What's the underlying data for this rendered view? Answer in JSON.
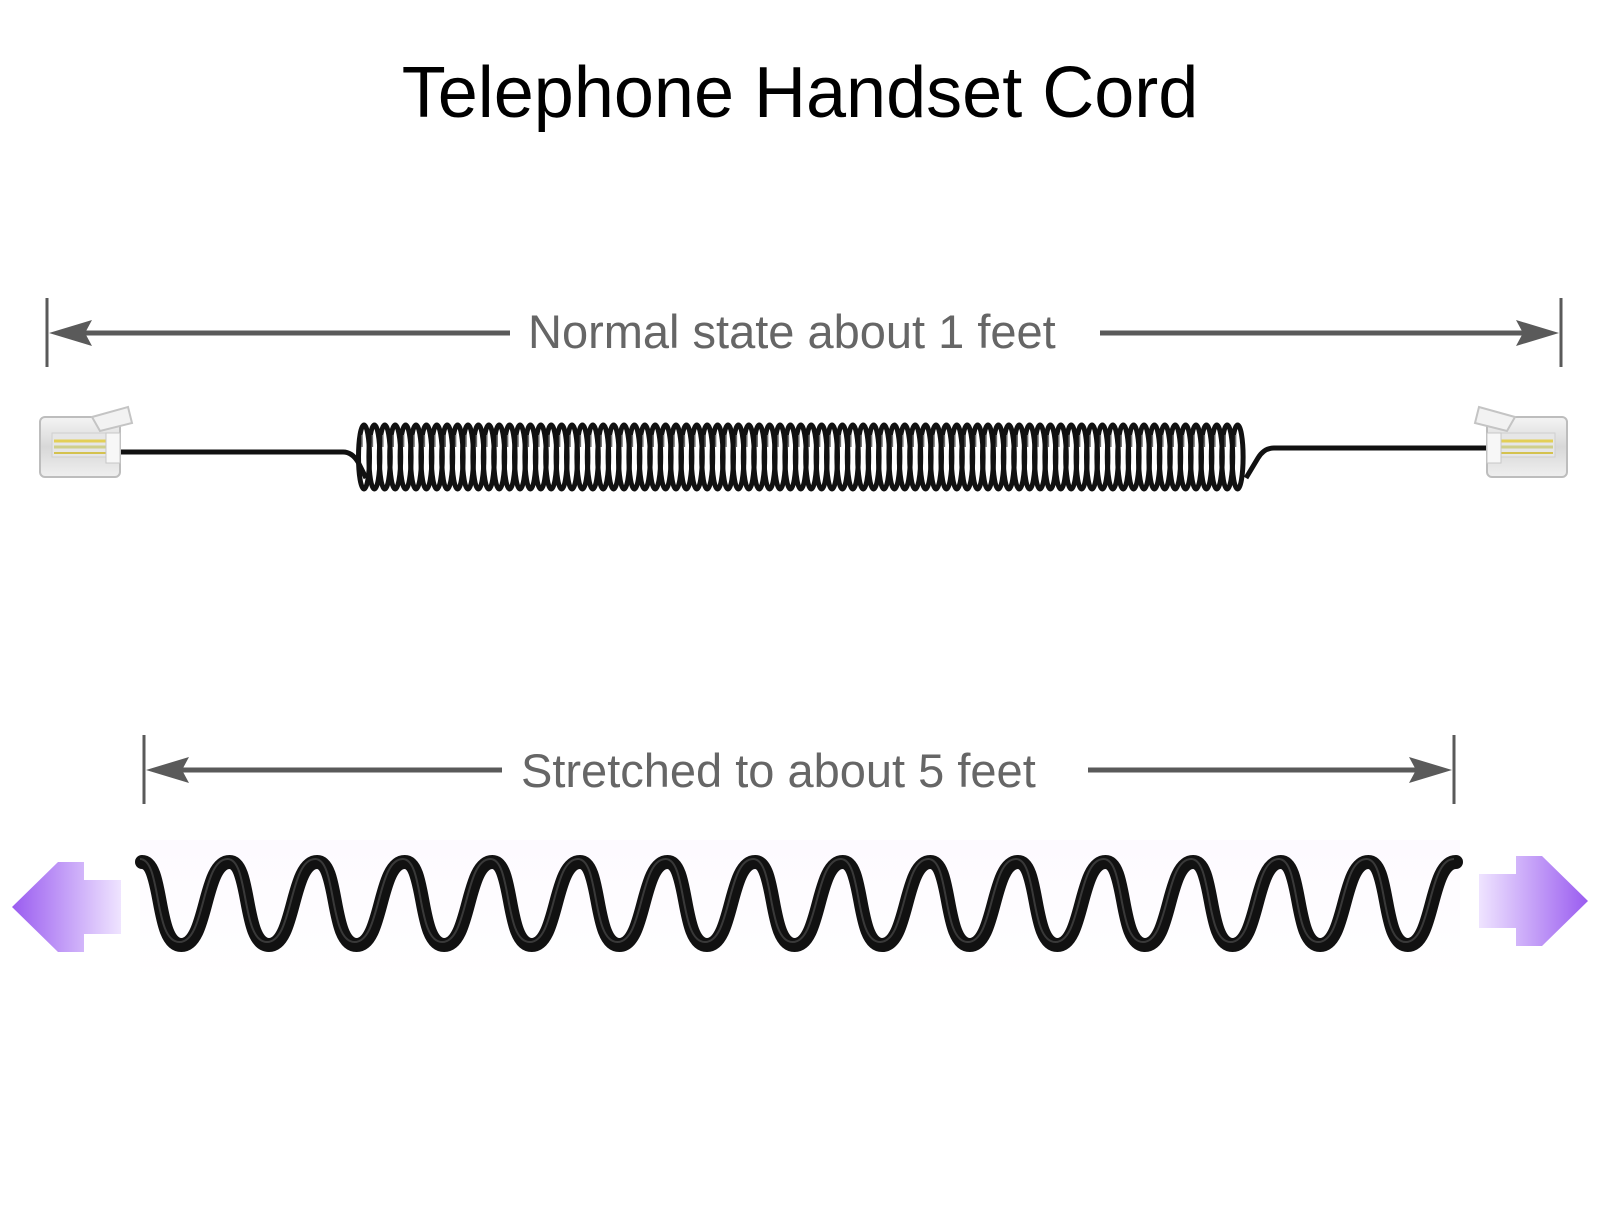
{
  "title": "Telephone Handset Cord",
  "normal": {
    "label": "Normal state about 1 feet"
  },
  "stretched": {
    "label": "Stretched to about 5 feet"
  },
  "colors": {
    "dimension": "#5a5a5a",
    "cord": "#111111",
    "arrow": "#a26cf2",
    "arrow_light": "#ece0ff"
  },
  "icons": {
    "left_arrow": "stretch-arrow-left-icon",
    "right_arrow": "stretch-arrow-right-icon",
    "connector": "rj-connector-icon"
  }
}
